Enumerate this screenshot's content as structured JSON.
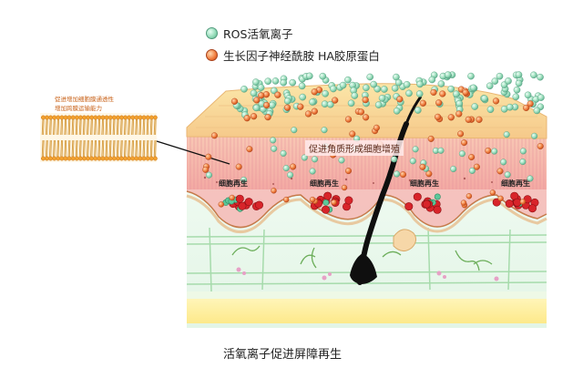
{
  "legend": {
    "ros": "ROS活氧离子",
    "growth": "生长因子神经酰胺  HA胶原蛋白"
  },
  "inset": {
    "note1": "促进增加细胞膜通透性",
    "note2": "增加跨膜运输能力"
  },
  "labels": {
    "keratinocyte": "促进角质形成细胞增殖",
    "regen": [
      "细胞再生",
      "细胞再生",
      "细胞再生",
      "细胞再生"
    ]
  },
  "caption": "活氧离子促进屏障再生",
  "colors": {
    "ros_particle": "#97dcb9",
    "growth_particle": "#ef7d3d",
    "horny_layer": "#fbe6a8",
    "epidermis": "#f6b8b5",
    "dermis": "#eef9f0",
    "fat_layer": "#fde98a",
    "hair": "#0f0f0f"
  }
}
